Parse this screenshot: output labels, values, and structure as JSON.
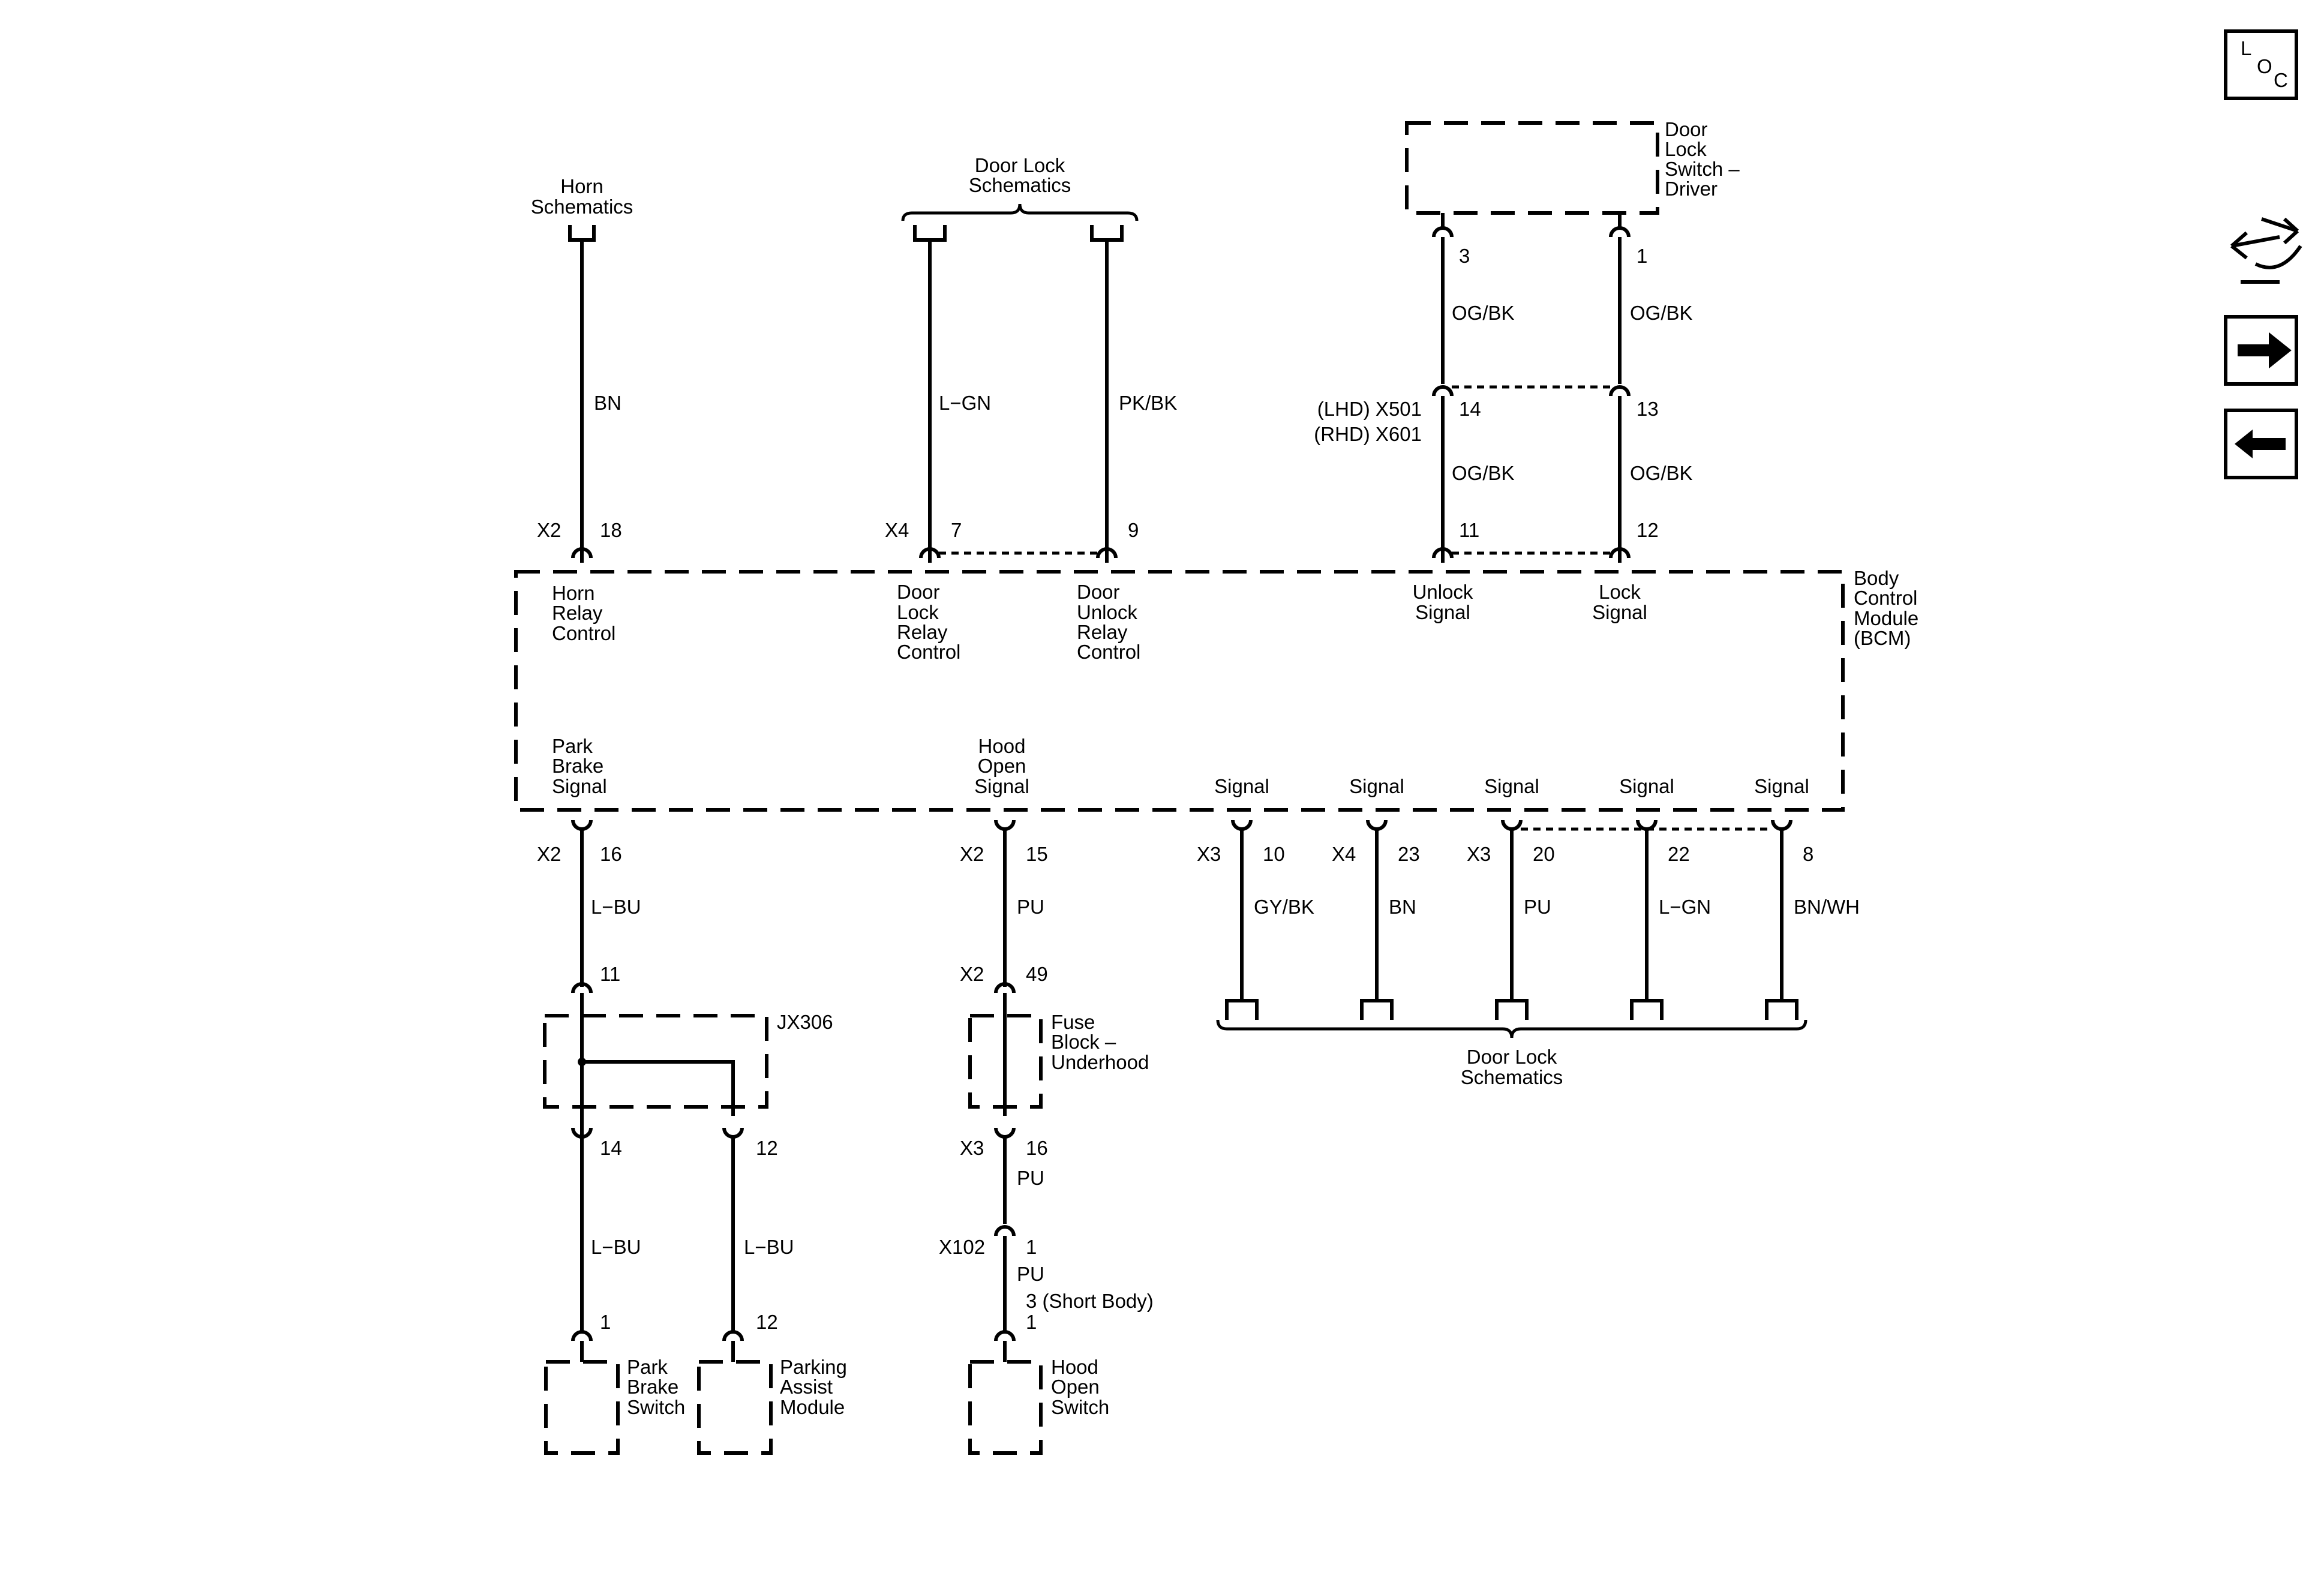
{
  "nav": {
    "loc_l": "L",
    "loc_o": "O",
    "loc_c": "C",
    "icons": [
      "loc-icon",
      "schematic-arrows-icon",
      "next-arrow-icon",
      "previous-arrow-icon"
    ]
  },
  "bcm": {
    "l1": "Body",
    "l2": "Control",
    "l3": "Module",
    "l4": "(BCM)"
  },
  "horn": {
    "title1": "Horn",
    "title2": "Schematics",
    "wire": "BN",
    "conn": "X2",
    "pin": "18",
    "bcm_l1": "Horn",
    "bcm_l2": "Relay",
    "bcm_l3": "Control"
  },
  "door_lock_top": {
    "title1": "Door Lock",
    "title2": "Schematics",
    "lock_wire": "L−GN",
    "lock_conn": "X4",
    "lock_pin": "7",
    "lock_l1": "Door",
    "lock_l2": "Lock",
    "lock_l3": "Relay",
    "lock_l4": "Control",
    "unlock_wire": "PK/BK",
    "unlock_pin": "9",
    "unlock_l1": "Door",
    "unlock_l2": "Unlock",
    "unlock_l3": "Relay",
    "unlock_l4": "Control"
  },
  "driver_switch": {
    "l1": "Door",
    "l2": "Lock",
    "l3": "Switch –",
    "l4": "Driver",
    "pin_a": "3",
    "pin_b": "1",
    "wire_a": "OG/BK",
    "wire_b": "OG/BK",
    "lhd": "(LHD) X501",
    "rhd": "(RHD) X601",
    "inline_a": "14",
    "inline_b": "13",
    "wire_a2": "OG/BK",
    "wire_b2": "OG/BK",
    "bcm_pin_a": "11",
    "bcm_pin_b": "12",
    "unlock_l1": "Unlock",
    "unlock_l2": "Signal",
    "lock_l1": "Lock",
    "lock_l2": "Signal"
  },
  "park": {
    "bcm_l1": "Park",
    "bcm_l2": "Brake",
    "bcm_l3": "Signal",
    "conn": "X2",
    "pin": "16",
    "wire": "L−BU",
    "splice_pin": "11",
    "splice": "JX306",
    "out_a": "14",
    "out_b": "12",
    "wire_a": "L−BU",
    "wire_b": "L−BU",
    "sw_pin": "1",
    "pam_pin": "12",
    "sw_l1": "Park",
    "sw_l2": "Brake",
    "sw_l3": "Switch",
    "pam_l1": "Parking",
    "pam_l2": "Assist",
    "pam_l3": "Module"
  },
  "hood": {
    "bcm_l1": "Hood",
    "bcm_l2": "Open",
    "bcm_l3": "Signal",
    "conn": "X2",
    "pin": "15",
    "wire": "PU",
    "fuse_conn": "X2",
    "fuse_pin": "49",
    "fuse_l1": "Fuse",
    "fuse_l2": "Block –",
    "fuse_l3": "Underhood",
    "out_conn": "X3",
    "out_pin": "16",
    "wire2": "PU",
    "x102": "X102",
    "x102_pin": "1",
    "wire3": "PU",
    "short_body": "3 (Short Body)",
    "sw_pin": "1",
    "sw_l1": "Hood",
    "sw_l2": "Open",
    "sw_l3": "Switch"
  },
  "signals": {
    "label": "Signal",
    "items": [
      {
        "conn": "X3",
        "pin": "10",
        "wire": "GY/BK"
      },
      {
        "conn": "X4",
        "pin": "23",
        "wire": "BN"
      },
      {
        "conn": "X3",
        "pin": "20",
        "wire": "PU"
      },
      {
        "conn": "",
        "pin": "22",
        "wire": "L−GN"
      },
      {
        "conn": "",
        "pin": "8",
        "wire": "BN/WH"
      }
    ],
    "title1": "Door Lock",
    "title2": "Schematics"
  }
}
